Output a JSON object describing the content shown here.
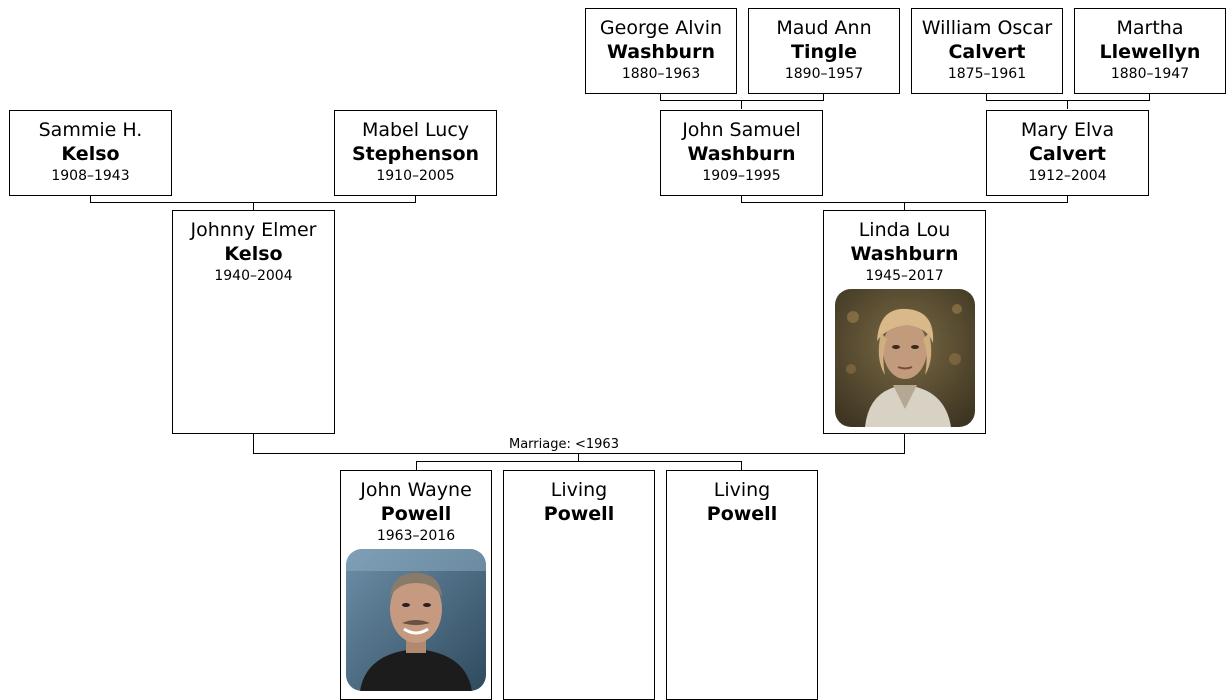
{
  "people": [
    {
      "given": "George Alvin",
      "surname": "Washburn",
      "years": "1880–1963"
    },
    {
      "given": "Maud Ann",
      "surname": "Tingle",
      "years": "1890–1957"
    },
    {
      "given": "William Oscar",
      "surname": "Calvert",
      "years": "1875–1961"
    },
    {
      "given": "Martha",
      "surname": "Llewellyn",
      "years": "1880–1947"
    },
    {
      "given": "Sammie H.",
      "surname": "Kelso",
      "years": "1908–1943"
    },
    {
      "given": "Mabel Lucy",
      "surname": "Stephenson",
      "years": "1910–2005"
    },
    {
      "given": "John Samuel",
      "surname": "Washburn",
      "years": "1909–1995"
    },
    {
      "given": "Mary Elva",
      "surname": "Calvert",
      "years": "1912–2004"
    },
    {
      "given": "Johnny Elmer",
      "surname": "Kelso",
      "years": "1940–2004"
    },
    {
      "given": "Linda Lou",
      "surname": "Washburn",
      "years": "1945–2017"
    },
    {
      "given": "John Wayne",
      "surname": "Powell",
      "years": "1963–2016"
    },
    {
      "given": "Living",
      "surname": "Powell",
      "years": ""
    },
    {
      "given": "Living",
      "surname": "Powell",
      "years": ""
    }
  ],
  "marriage_label": "Marriage: <1963",
  "photos": {
    "linda": "portrait-photo-woman",
    "john_wayne": "portrait-photo-man"
  }
}
